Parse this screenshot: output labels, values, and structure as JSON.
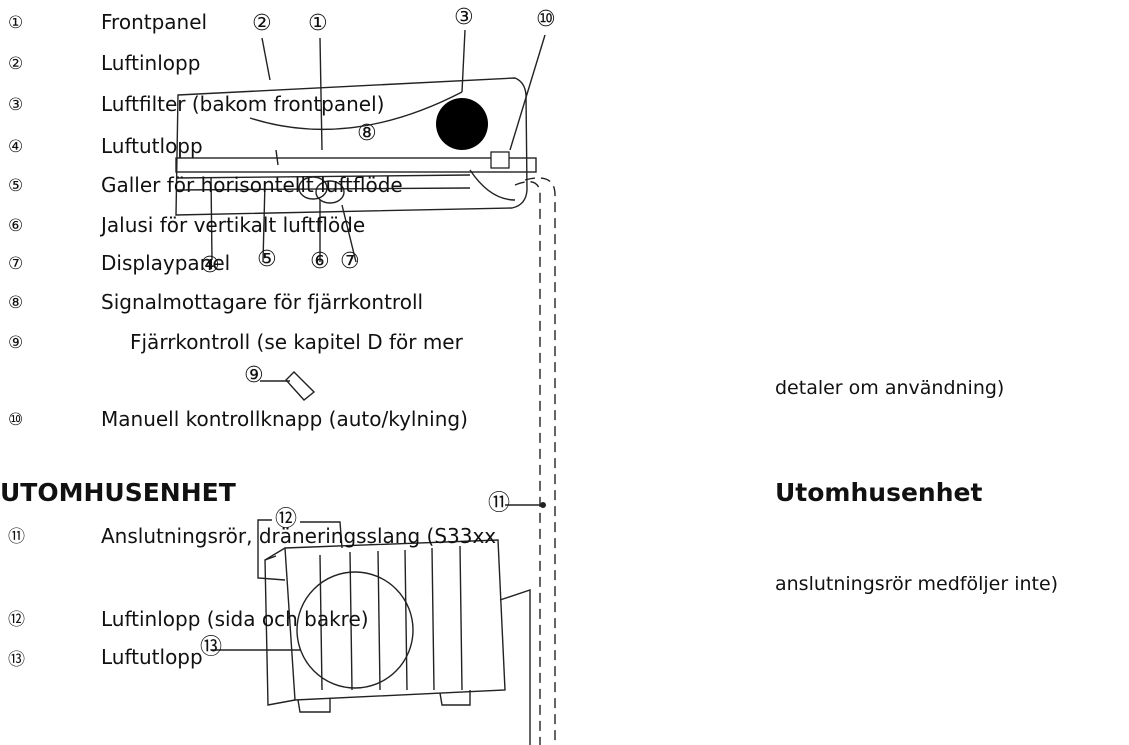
{
  "items": [
    {
      "marker": "①",
      "label": "Frontpanel"
    },
    {
      "marker": "②",
      "label": "Luftinlopp"
    },
    {
      "marker": "③",
      "label": "Luftfilter (bakom frontpanel)"
    },
    {
      "marker": "④",
      "label": "Luftutlopp"
    },
    {
      "marker": "⑤",
      "label": "Galler för horisontellt luftflöde"
    },
    {
      "marker": "⑥",
      "label": "Jalusi för vertikalt luftflöde"
    },
    {
      "marker": "⑦",
      "label": "Displaypanel"
    },
    {
      "marker": "⑧",
      "label": "Signalmottagare för fjärrkontroll"
    },
    {
      "marker": "⑨",
      "label": "Fjärrkontroll (se kapitel D för mer"
    },
    {
      "marker": "⑩",
      "label": "Manuell kontrollknapp (auto/kylning)"
    },
    {
      "marker": "⑪",
      "label": "Anslutningsrör, dräneringsslang (S33xx"
    },
    {
      "marker": "⑫",
      "label": "Luftinlopp (sida och bakre)"
    },
    {
      "marker": "⑬",
      "label": "Luftutlopp"
    }
  ],
  "continuations": {
    "remote": "detaler om användning)",
    "pipes": "anslutningsrör medföljer inte)"
  },
  "headings": {
    "outdoor_caps": "UTOMHUSENHET",
    "outdoor_right": "Utomhusenhet"
  },
  "callouts": {
    "top": [
      "②",
      "①",
      "③",
      "⑩"
    ],
    "middle": "⑧",
    "bottom": [
      "④",
      "⑤",
      "⑥",
      "⑦"
    ],
    "remote": "⑨",
    "pipe": "⑪",
    "outdoor_top": "⑫",
    "outdoor_fan": "⑬"
  }
}
